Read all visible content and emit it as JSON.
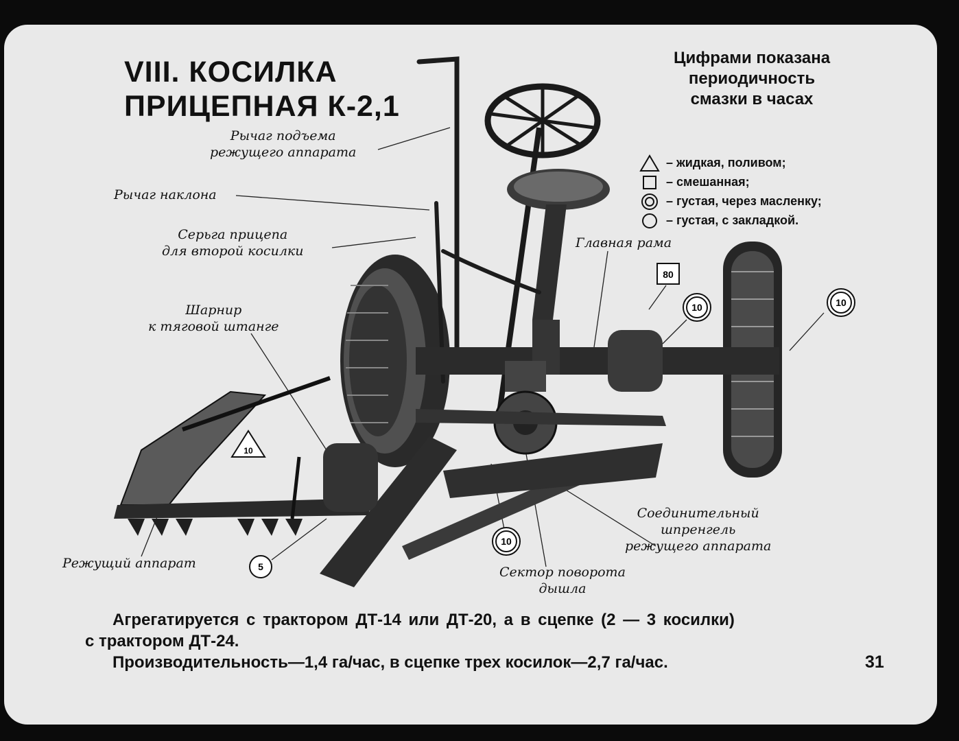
{
  "title": {
    "line1": "VIII. КОСИЛКА",
    "line2": "ПРИЦЕПНАЯ К-2,1"
  },
  "lubrication_note": {
    "line1": "Цифрами показана",
    "line2": "периодичность",
    "line3": "смазки в часах"
  },
  "legend": [
    {
      "icon": "triangle-icon",
      "text": "– жидкая, поливом;"
    },
    {
      "icon": "square-icon",
      "text": "– смешанная;"
    },
    {
      "icon": "double-circle-icon",
      "text": "– густая, через масленку;"
    },
    {
      "icon": "circle-icon",
      "text": "– густая, с закладкой."
    }
  ],
  "labels": {
    "lift_lever": {
      "line1": "Рычаг подъема",
      "line2": "режущего аппарата"
    },
    "tilt_lever": "Рычаг наклона",
    "hitch_link": {
      "line1": "Серьга прицепа",
      "line2": "для второй косилки"
    },
    "main_frame": "Главная рама",
    "drawbar_joint": {
      "line1": "Шарнир",
      "line2": "к тяговой штанге"
    },
    "cutter_bar": "Режущий аппарат",
    "brace": {
      "line1": "Соединительный",
      "line2": "шпренгель",
      "line3": "режущего аппарата"
    },
    "pole_sector": {
      "line1": "Сектор поворота",
      "line2": "дышла"
    }
  },
  "markers": {
    "square_80": "80",
    "circle_10_frame": "10",
    "circle_10_wheel": "10",
    "triangle_10": "10",
    "circle_5": "5",
    "circle_10_sector": "10"
  },
  "footer": {
    "line1": "Агрегатируется с трактором ДТ-14 или ДТ-20, а в сцепке (2 — 3 косилки)",
    "line2": "с трактором ДТ-24.",
    "line3": "Производительность—1,4 га/час, в сцепке трех косилок—2,7 га/час."
  },
  "page_number": "31"
}
